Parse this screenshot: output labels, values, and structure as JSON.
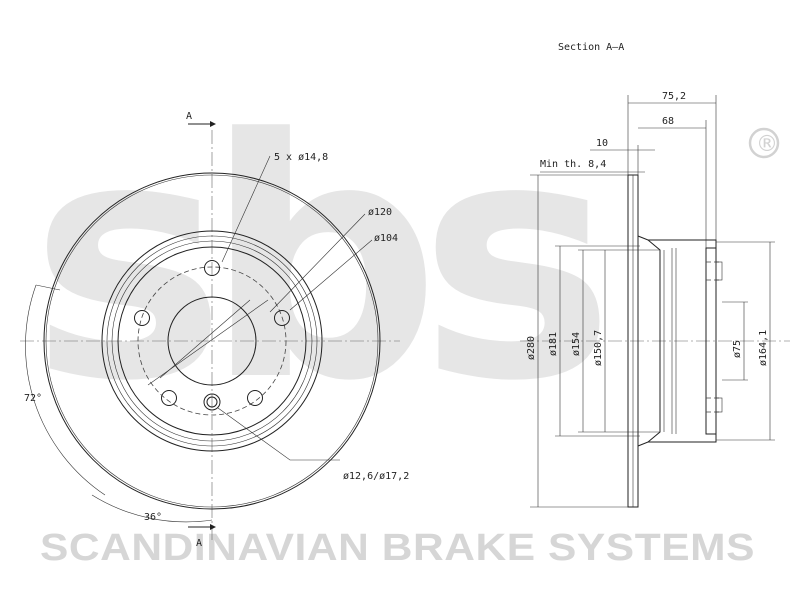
{
  "watermark": {
    "logo_text": "sbs",
    "registered_mark": "®",
    "company_name": "SCANDINAVIAN BRAKE SYSTEMS"
  },
  "front_view": {
    "section_marker_top": "A",
    "section_marker_bottom": "A",
    "bolt_holes_label": "5 x ø14,8",
    "pcd_120_label": "ø120",
    "pcd_104_label": "ø104",
    "wheel_hole_label": "ø12,6/ø17,2",
    "angle_72_label": "72°",
    "angle_36_label": "36°"
  },
  "section_view": {
    "title": "Section A–A",
    "height_75_2": "75,2",
    "height_68": "68",
    "thickness_10": "10",
    "min_thickness": "Min th. 8,4",
    "dia_280": "ø280",
    "dia_181": "ø181",
    "dia_154": "ø154",
    "dia_150_7": "ø150,7",
    "dia_75": "ø75",
    "dia_164_1": "ø164,1"
  }
}
